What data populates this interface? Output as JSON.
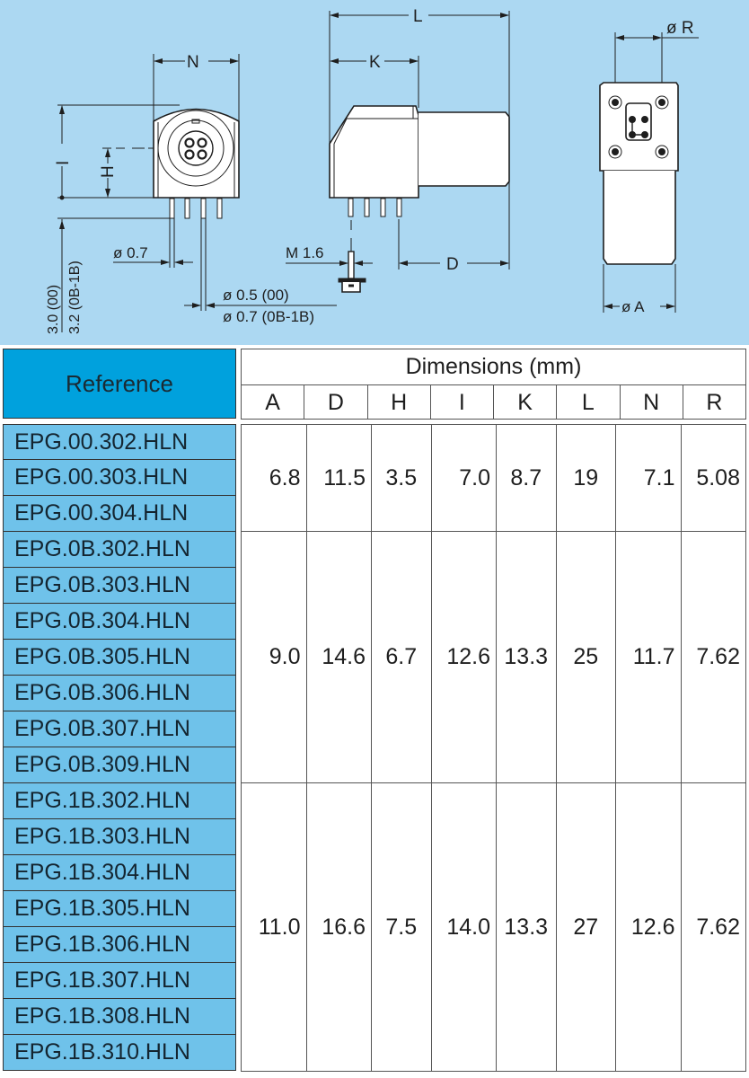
{
  "drawing": {
    "front_view": {
      "labels": {
        "N": "N",
        "I": "I",
        "H": "H",
        "pin_dia": "ø 0.7",
        "pin_tip_00": "ø 0.5 (00)",
        "pin_tip_0b1b": "ø 0.7 (0B-1B)",
        "height_00": "3.0 (00)",
        "height_0b1b": "3.2 (0B-1B)"
      }
    },
    "side_view": {
      "labels": {
        "L": "L",
        "K": "K",
        "D": "D",
        "screw": "M 1.6"
      }
    },
    "top_view": {
      "labels": {
        "R": "ø R",
        "A": "ø A"
      }
    },
    "background_color": "#acd8f2"
  },
  "table": {
    "reference_header": "Reference",
    "dimensions_header": "Dimensions (mm)",
    "columns": [
      "A",
      "D",
      "H",
      "I",
      "K",
      "L",
      "N",
      "R"
    ],
    "header_color": "#00a1dd",
    "reference_cell_color": "#6fc2ea",
    "groups": [
      {
        "references": [
          "EPG.00.302.HLN",
          "EPG.00.303.HLN",
          "EPG.00.304.HLN"
        ],
        "values": [
          "6.8",
          "11.5",
          "3.5",
          "7.0",
          "8.7",
          "19",
          "7.1",
          "5.08"
        ]
      },
      {
        "references": [
          "EPG.0B.302.HLN",
          "EPG.0B.303.HLN",
          "EPG.0B.304.HLN",
          "EPG.0B.305.HLN",
          "EPG.0B.306.HLN",
          "EPG.0B.307.HLN",
          "EPG.0B.309.HLN"
        ],
        "values": [
          "9.0",
          "14.6",
          "6.7",
          "12.6",
          "13.3",
          "25",
          "11.7",
          "7.62"
        ]
      },
      {
        "references": [
          "EPG.1B.302.HLN",
          "EPG.1B.303.HLN",
          "EPG.1B.304.HLN",
          "EPG.1B.305.HLN",
          "EPG.1B.306.HLN",
          "EPG.1B.307.HLN",
          "EPG.1B.308.HLN",
          "EPG.1B.310.HLN"
        ],
        "values": [
          "11.0",
          "16.6",
          "7.5",
          "14.0",
          "13.3",
          "27",
          "12.6",
          "7.62"
        ]
      }
    ]
  }
}
